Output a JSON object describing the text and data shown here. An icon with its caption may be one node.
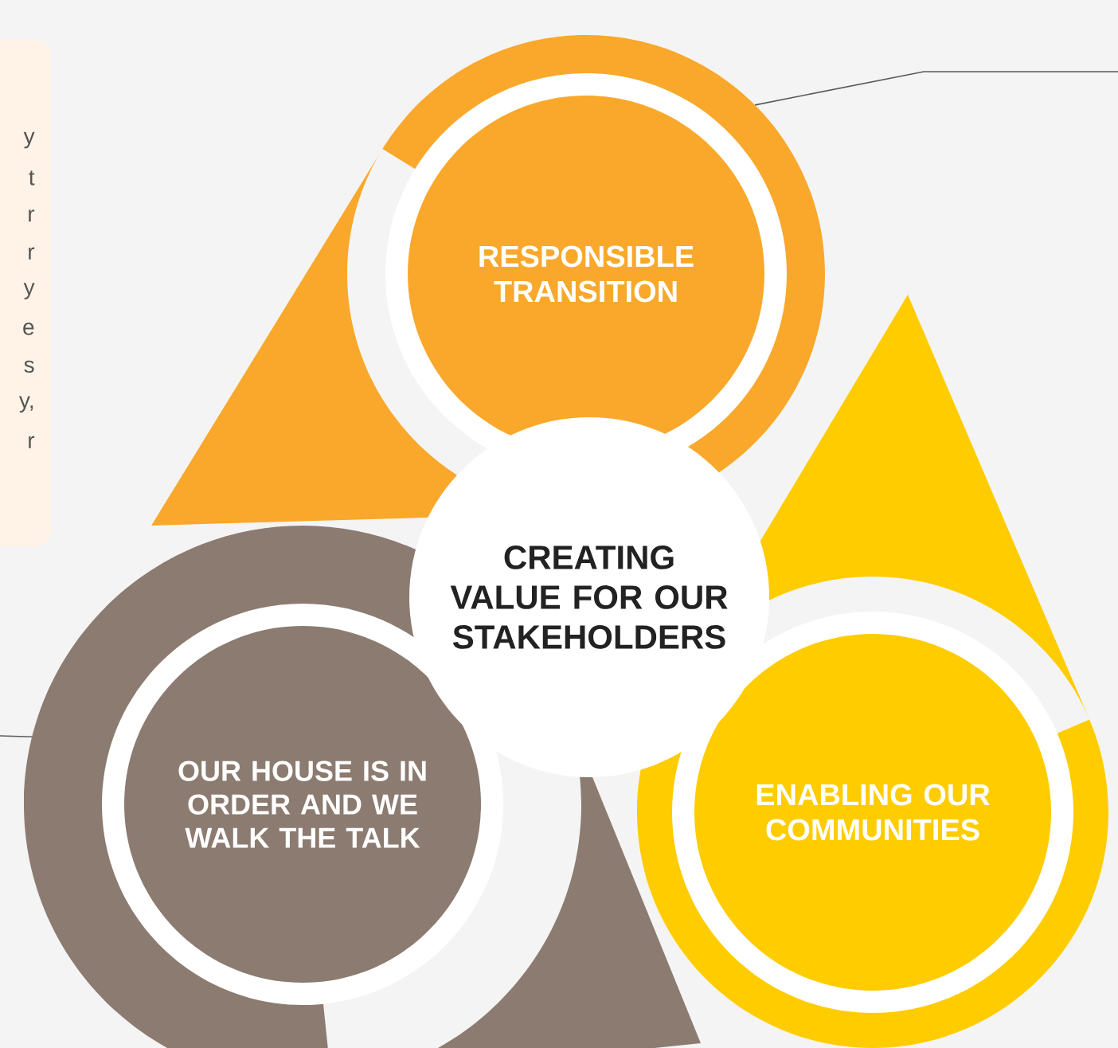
{
  "diagram": {
    "nodes": [
      {
        "text": [
          "y",
          "t",
          "r",
          "r",
          "y",
          "e",
          "s",
          "y,",
          "r"
        ]
      },
      {
        "text": [
          "RESPONSIBLE TRANSITION"
        ]
      },
      {
        "text": [
          "CREATING VALUE FOR OUR STAKEHOLDERS"
        ]
      },
      {
        "text": [
          "OUR HOUSE IS IN ORDER AND WE WALK THE TALK"
        ]
      },
      {
        "text": [
          "ENABLING OUR COMMUNITIES"
        ]
      }
    ],
    "edges": [
      {
        "from": null,
        "to": 1,
        "arrow": "none"
      },
      {
        "from": null,
        "to": 3,
        "arrow": "none"
      }
    ]
  }
}
